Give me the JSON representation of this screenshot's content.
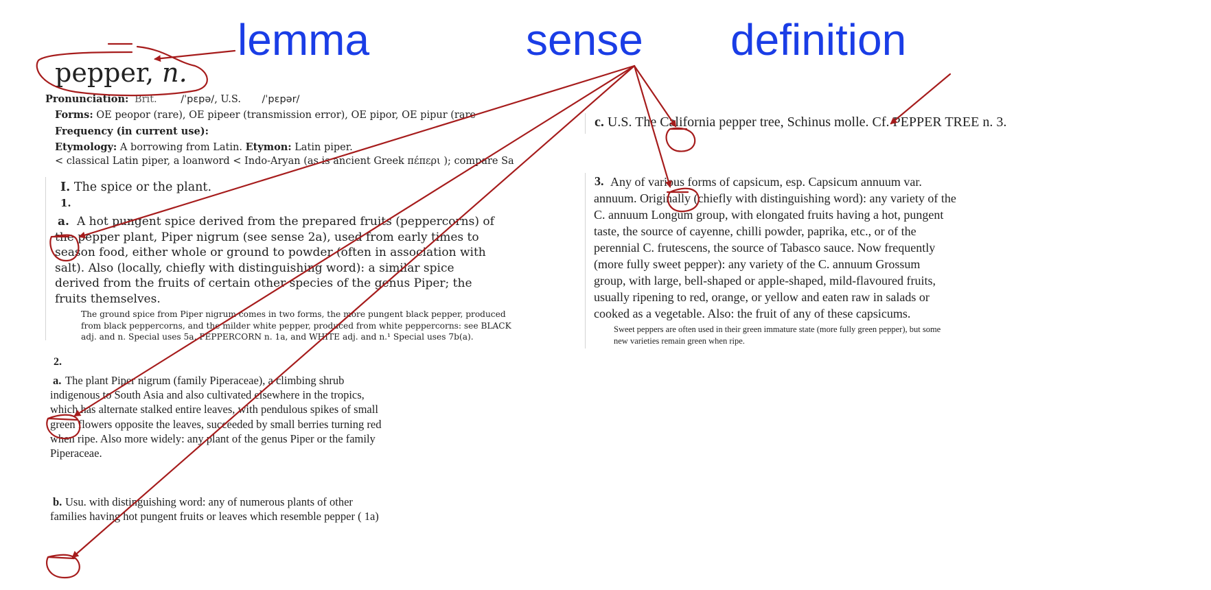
{
  "labels": {
    "lemma": "lemma",
    "sense": "sense",
    "definition": "definition"
  },
  "headword": {
    "word": "pepper,",
    "pos": "n."
  },
  "pronunciation": {
    "label": "Pronunciation:",
    "brit_label": "Brit.",
    "brit_ipa": "/ˈpɛpə/",
    "sep": ", U.S.",
    "us_ipa": "/ˈpɛpər/"
  },
  "forms": {
    "label": "Forms:",
    "text": "OE peopor (rare), OE pipeer (transmission error), OE pipor, OE pipur (rare"
  },
  "frequency": {
    "label": "Frequency (in current use):"
  },
  "etymology": {
    "label": "Etymology:",
    "text1": "A borrowing from Latin.",
    "etymon_label": "Etymon:",
    "etymon": "Latin piper.",
    "line2": "< classical Latin piper, a loanword < Indo-Aryan (as is ancient Greek πέπερι ); compare Sa"
  },
  "section_I": {
    "num": "I.",
    "text": "The spice or the plant."
  },
  "sense_1": {
    "num": "1.",
    "a_num": "a.",
    "a_lines": [
      "A hot pungent spice derived from the prepared fruits (peppercorns) of",
      "the pepper plant, Piper nigrum (see sense 2a), used from early times to",
      "season food, either whole or ground to powder (often in association with",
      "salt). Also (locally, chiefly with distinguishing word): a similar spice",
      "derived from the fruits of certain other species of the genus Piper; the",
      "fruits themselves."
    ],
    "note_lines": [
      "The ground spice from Piper nigrum comes in two forms, the more pungent black pepper, produced",
      "from black peppercorns, and the milder white pepper, produced from white peppercorns: see BLACK",
      "adj. and n. Special uses 5a, PEPPERCORN n. 1a, and WHITE adj. and n.¹ Special uses 7b(a)."
    ]
  },
  "sense_2": {
    "num": "2.",
    "a_num": "a.",
    "a_lines": [
      "The plant Piper nigrum (family Piperaceae), a climbing shrub",
      "indigenous to South Asia and also cultivated elsewhere in the tropics,",
      "which has alternate stalked entire leaves, with pendulous spikes of small",
      "green flowers opposite the leaves, succeeded by small berries turning red",
      "when ripe. Also more widely: any plant of the genus Piper or the family",
      "Piperaceae."
    ],
    "b_num": "b.",
    "b_lines": [
      "Usu. with distinguishing word: any of numerous plants of other",
      "families having hot pungent fruits or leaves which resemble pepper ( 1a)"
    ]
  },
  "sense_c": {
    "num": "c.",
    "text": "U.S. The California pepper tree, Schinus molle. Cf. PEPPER TREE n. 3."
  },
  "sense_3": {
    "num": "3.",
    "lines": [
      "Any of various forms of capsicum, esp. Capsicum annuum var.",
      "annuum. Originally (chiefly with distinguishing word): any variety of the",
      "C. annuum Longum group, with elongated fruits having a hot, pungent",
      "taste, the source of cayenne, chilli powder, paprika, etc., or of the",
      "perennial C. frutescens, the source of Tabasco sauce. Now frequently",
      "(more fully sweet pepper): any variety of the C. annuum Grossum",
      "group, with large, bell-shaped or apple-shaped, mild-flavoured fruits,",
      "usually ripening to red, orange, or yellow and eaten raw in salads or",
      "cooked as a vegetable. Also: the fruit of any of these capsicums."
    ],
    "note_lines": [
      "Sweet peppers are often used in their green immature state (more fully green pepper), but some",
      "new varieties remain green when ripe."
    ]
  },
  "colors": {
    "label_blue": "#1a3de6",
    "annotation_red": "#a61c1c",
    "text": "#222222"
  }
}
